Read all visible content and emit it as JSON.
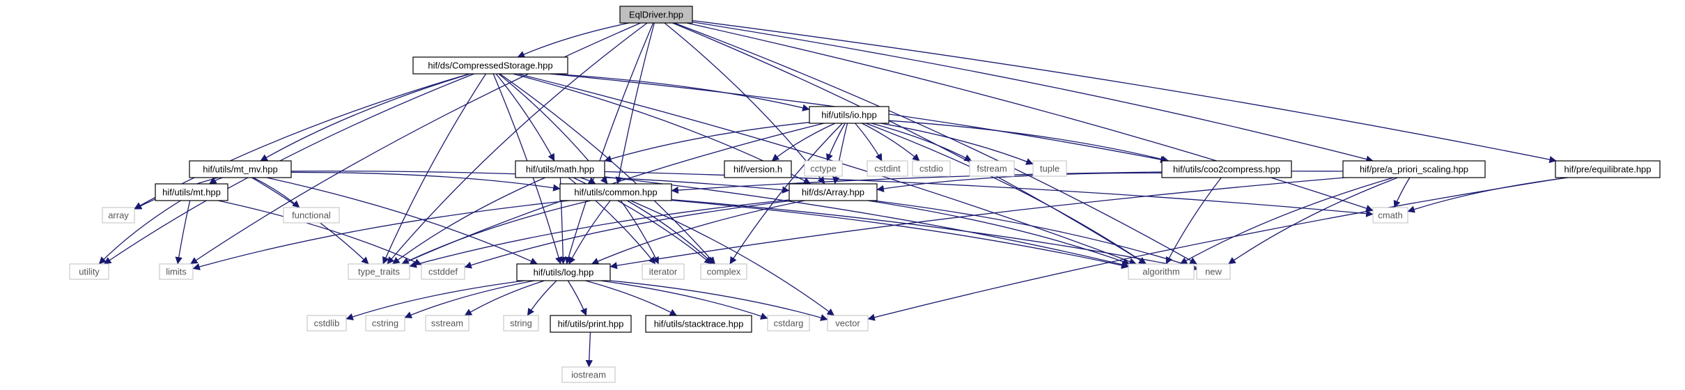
{
  "diagram": {
    "edge_color": "#191970",
    "node_colors": {
      "root_fill": "#bfbfbf",
      "header_border": "#000000",
      "system_border": "#bfbfbf"
    },
    "nodes": [
      {
        "id": "EqlDriver",
        "label": "EqlDriver.hpp",
        "kind": "root"
      },
      {
        "id": "CompressedStorage",
        "label": "hif/ds/CompressedStorage.hpp",
        "kind": "header"
      },
      {
        "id": "limits",
        "label": "limits",
        "kind": "system"
      },
      {
        "id": "type_traits",
        "label": "type_traits",
        "kind": "system"
      },
      {
        "id": "common",
        "label": "hif/utils/common.hpp",
        "kind": "header"
      },
      {
        "id": "log",
        "label": "hif/utils/log.hpp",
        "kind": "header"
      },
      {
        "id": "Array",
        "label": "hif/ds/Array.hpp",
        "kind": "header"
      },
      {
        "id": "a_priori",
        "label": "hif/pre/a_priori_scaling.hpp",
        "kind": "header"
      },
      {
        "id": "cmath",
        "label": "cmath",
        "kind": "system"
      },
      {
        "id": "equilibrate",
        "label": "hif/pre/equilibrate.hpp",
        "kind": "header"
      },
      {
        "id": "new",
        "label": "new",
        "kind": "system"
      },
      {
        "id": "algorithm",
        "label": "algorithm",
        "kind": "system"
      },
      {
        "id": "utility",
        "label": "utility",
        "kind": "system"
      },
      {
        "id": "array",
        "label": "array",
        "kind": "system"
      },
      {
        "id": "mt_mv",
        "label": "hif/utils/mt_mv.hpp",
        "kind": "header"
      },
      {
        "id": "math",
        "label": "hif/utils/math.hpp",
        "kind": "header"
      },
      {
        "id": "io",
        "label": "hif/utils/io.hpp",
        "kind": "header"
      },
      {
        "id": "complex",
        "label": "complex",
        "kind": "system"
      },
      {
        "id": "iterator",
        "label": "iterator",
        "kind": "system"
      },
      {
        "id": "coo2compress",
        "label": "hif/utils/coo2compress.hpp",
        "kind": "header"
      },
      {
        "id": "version",
        "label": "hif/version.h",
        "kind": "header"
      },
      {
        "id": "cctype",
        "label": "cctype",
        "kind": "system"
      },
      {
        "id": "cstdint",
        "label": "cstdint",
        "kind": "system"
      },
      {
        "id": "cstdio",
        "label": "cstdio",
        "kind": "system"
      },
      {
        "id": "fstream",
        "label": "fstream",
        "kind": "system"
      },
      {
        "id": "tuple",
        "label": "tuple",
        "kind": "system"
      },
      {
        "id": "functional",
        "label": "functional",
        "kind": "system"
      },
      {
        "id": "mt",
        "label": "hif/utils/mt.hpp",
        "kind": "header"
      },
      {
        "id": "cstddef",
        "label": "cstddef",
        "kind": "system"
      },
      {
        "id": "vector",
        "label": "vector",
        "kind": "system"
      },
      {
        "id": "cstdlib",
        "label": "cstdlib",
        "kind": "system"
      },
      {
        "id": "cstring",
        "label": "cstring",
        "kind": "system"
      },
      {
        "id": "sstream",
        "label": "sstream",
        "kind": "system"
      },
      {
        "id": "string",
        "label": "string",
        "kind": "system"
      },
      {
        "id": "print",
        "label": "hif/utils/print.hpp",
        "kind": "header"
      },
      {
        "id": "stacktrace",
        "label": "hif/utils/stacktrace.hpp",
        "kind": "header"
      },
      {
        "id": "cstdarg",
        "label": "cstdarg",
        "kind": "system"
      },
      {
        "id": "iostream",
        "label": "iostream",
        "kind": "system"
      }
    ],
    "edges": [
      [
        "EqlDriver",
        "CompressedStorage"
      ],
      [
        "EqlDriver",
        "limits"
      ],
      [
        "EqlDriver",
        "type_traits"
      ],
      [
        "EqlDriver",
        "common"
      ],
      [
        "EqlDriver",
        "log"
      ],
      [
        "EqlDriver",
        "Array"
      ],
      [
        "EqlDriver",
        "a_priori"
      ],
      [
        "EqlDriver",
        "cmath"
      ],
      [
        "EqlDriver",
        "equilibrate"
      ],
      [
        "EqlDriver",
        "new"
      ],
      [
        "EqlDriver",
        "algorithm"
      ],
      [
        "CompressedStorage",
        "utility"
      ],
      [
        "CompressedStorage",
        "array"
      ],
      [
        "CompressedStorage",
        "mt_mv"
      ],
      [
        "CompressedStorage",
        "type_traits"
      ],
      [
        "CompressedStorage",
        "common"
      ],
      [
        "CompressedStorage",
        "log"
      ],
      [
        "CompressedStorage",
        "math"
      ],
      [
        "CompressedStorage",
        "complex"
      ],
      [
        "CompressedStorage",
        "Array"
      ],
      [
        "CompressedStorage",
        "io"
      ],
      [
        "CompressedStorage",
        "coo2compress"
      ],
      [
        "CompressedStorage",
        "algorithm"
      ],
      [
        "io",
        "version"
      ],
      [
        "io",
        "cctype"
      ],
      [
        "io",
        "cstdint"
      ],
      [
        "io",
        "cstdio"
      ],
      [
        "io",
        "fstream"
      ],
      [
        "io",
        "tuple"
      ],
      [
        "io",
        "math"
      ],
      [
        "io",
        "Array"
      ],
      [
        "io",
        "type_traits"
      ],
      [
        "io",
        "coo2compress"
      ],
      [
        "io",
        "algorithm"
      ],
      [
        "io",
        "complex"
      ],
      [
        "mt_mv",
        "array"
      ],
      [
        "mt_mv",
        "functional"
      ],
      [
        "mt_mv",
        "mt"
      ],
      [
        "mt_mv",
        "type_traits"
      ],
      [
        "mt_mv",
        "log"
      ],
      [
        "mt_mv",
        "common"
      ],
      [
        "mt_mv",
        "Array"
      ],
      [
        "mt",
        "utility"
      ],
      [
        "mt",
        "limits"
      ],
      [
        "mt",
        "cstddef"
      ],
      [
        "math",
        "common"
      ],
      [
        "math",
        "log"
      ],
      [
        "math",
        "type_traits"
      ],
      [
        "math",
        "cmath"
      ],
      [
        "math",
        "iterator"
      ],
      [
        "math",
        "complex"
      ],
      [
        "math",
        "algorithm"
      ],
      [
        "common",
        "limits"
      ],
      [
        "common",
        "type_traits"
      ],
      [
        "common",
        "log"
      ],
      [
        "common",
        "iterator"
      ],
      [
        "common",
        "complex"
      ],
      [
        "common",
        "vector"
      ],
      [
        "common",
        "new"
      ],
      [
        "common",
        "algorithm"
      ],
      [
        "Array",
        "log"
      ],
      [
        "Array",
        "cstddef"
      ],
      [
        "Array",
        "type_traits"
      ],
      [
        "Array",
        "new"
      ],
      [
        "Array",
        "algorithm"
      ],
      [
        "coo2compress",
        "Array"
      ],
      [
        "coo2compress",
        "algorithm"
      ],
      [
        "a_priori",
        "common"
      ],
      [
        "a_priori",
        "cmath"
      ],
      [
        "a_priori",
        "new"
      ],
      [
        "a_priori",
        "algorithm"
      ],
      [
        "a_priori",
        "log"
      ],
      [
        "equilibrate",
        "cmath"
      ],
      [
        "equilibrate",
        "vector"
      ],
      [
        "log",
        "cstdlib"
      ],
      [
        "log",
        "cstring"
      ],
      [
        "log",
        "sstream"
      ],
      [
        "log",
        "string"
      ],
      [
        "log",
        "print"
      ],
      [
        "log",
        "stacktrace"
      ],
      [
        "log",
        "cstdarg"
      ],
      [
        "log",
        "vector"
      ],
      [
        "print",
        "iostream"
      ]
    ]
  }
}
